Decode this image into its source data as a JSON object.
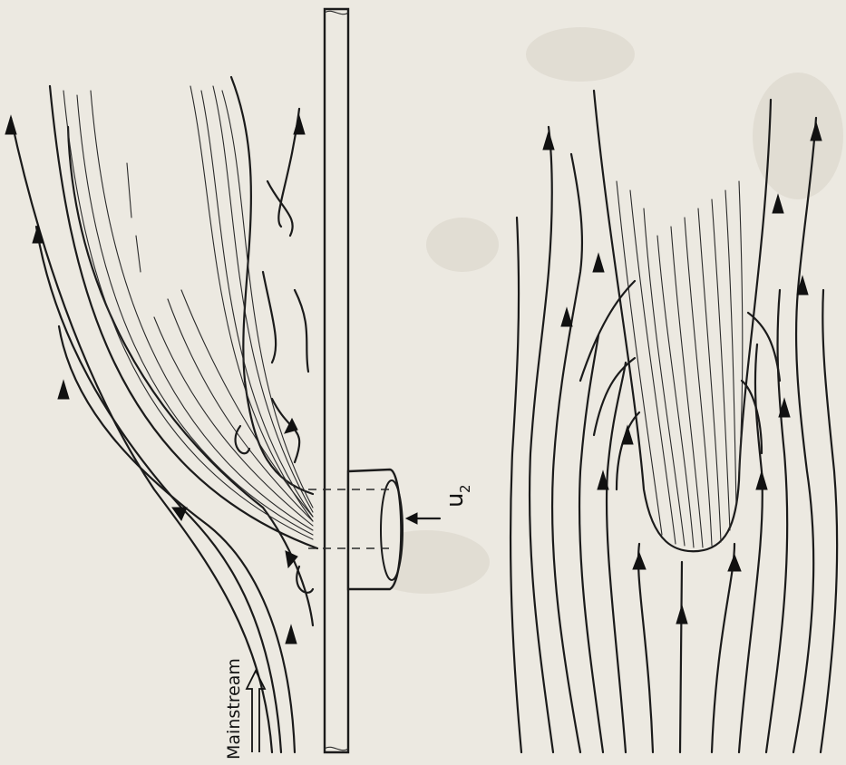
{
  "figure": {
    "mainstream_label": "Mainstream",
    "jet_velocity_label": "u",
    "jet_velocity_subscript": "2"
  }
}
